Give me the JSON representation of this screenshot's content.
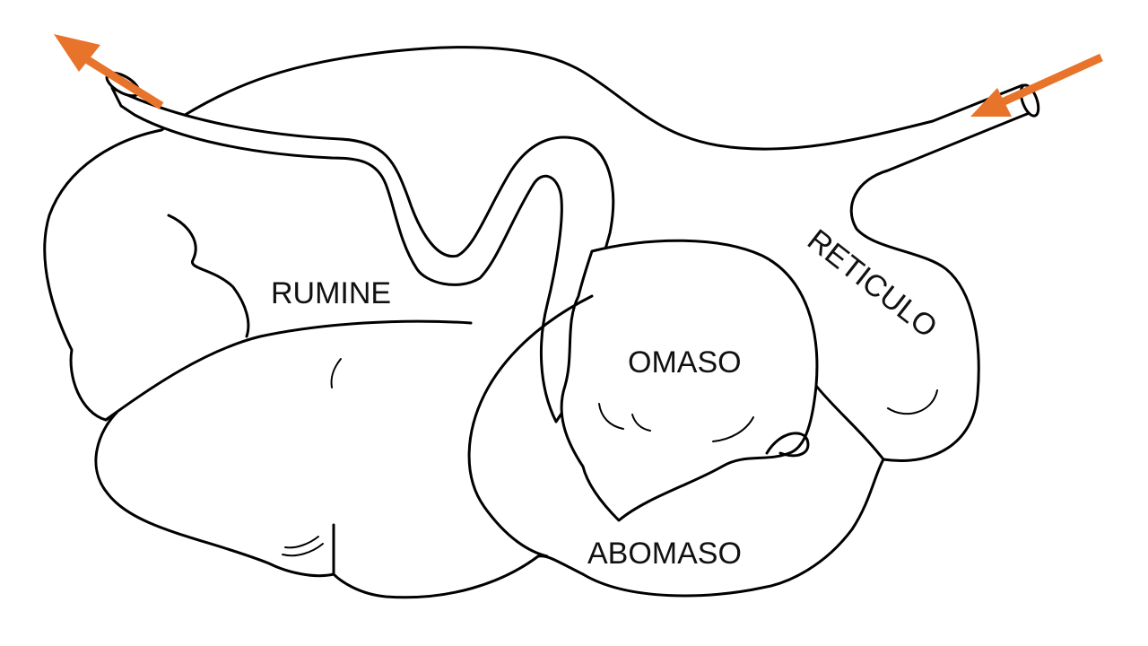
{
  "labels": {
    "rumine": "RUMINE",
    "reticulo": "RETICULO",
    "omaso": "OMASO",
    "abomaso": "ABOMASO"
  },
  "colors": {
    "arrow": "#e8732a",
    "outline": "#000000",
    "background": "#ffffff"
  }
}
